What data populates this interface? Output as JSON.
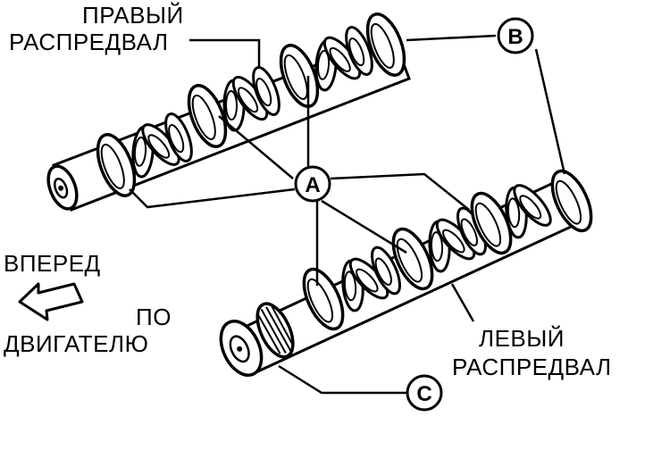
{
  "labels": {
    "right_camshaft": [
      "ПРАВЫЙ",
      "РАСПРЕДВАЛ"
    ],
    "left_camshaft": [
      "ЛЕВЫЙ",
      "РАСПРЕДВАЛ"
    ],
    "forward": "ВПЕРЕД",
    "engine": [
      "ПО",
      "ДВИГАТЕЛЮ"
    ]
  },
  "markers": {
    "a": "A",
    "b": "B",
    "c": "C"
  }
}
